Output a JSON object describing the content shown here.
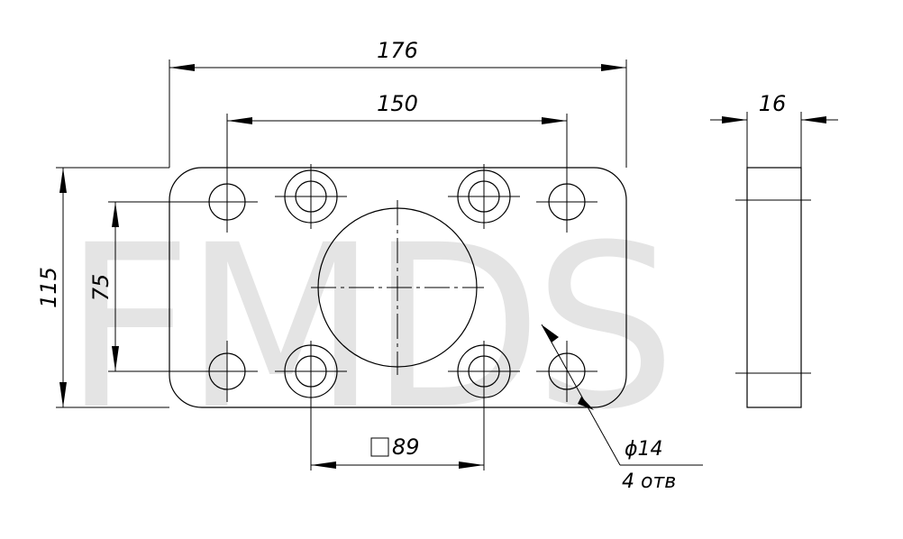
{
  "watermark": "FMDS",
  "dimensions": {
    "overall_width": "176",
    "bolt_spacing": "150",
    "thickness": "16",
    "overall_height": "115",
    "hole_spacing_vertical": "75",
    "square_size": "89"
  },
  "callout": {
    "diameter": "ϕ14",
    "count": "4 отв"
  }
}
